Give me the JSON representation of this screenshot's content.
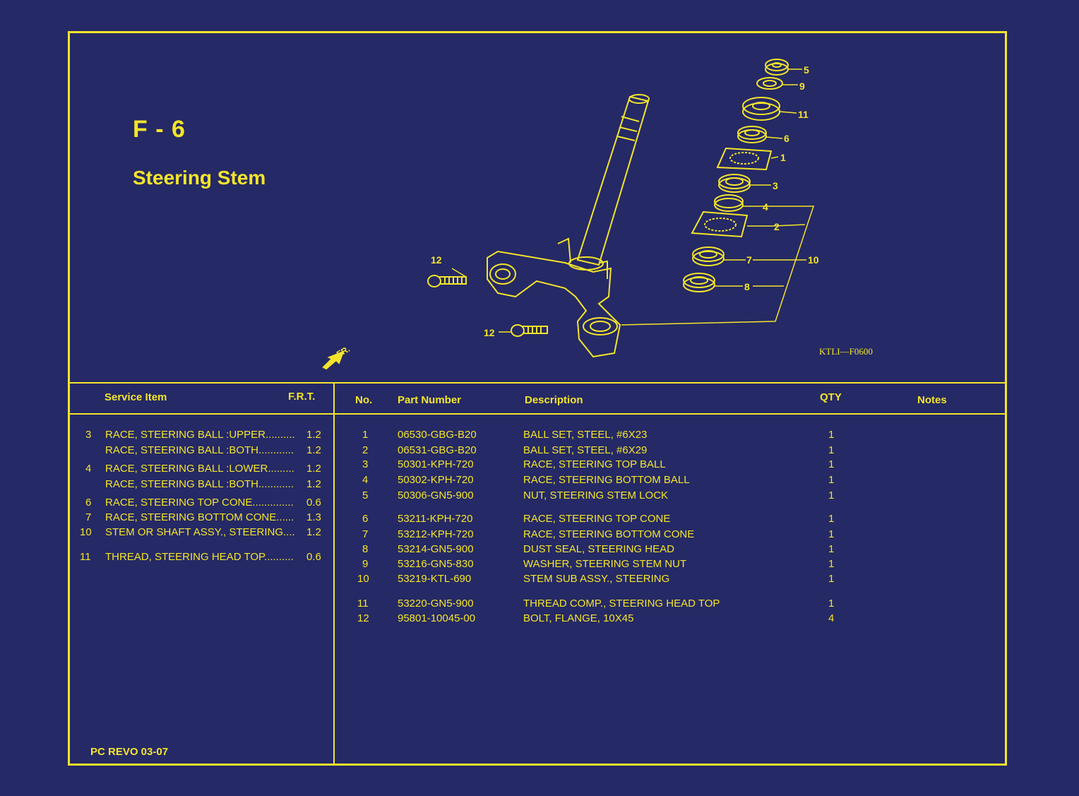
{
  "page": {
    "code": "F - 6",
    "name": "Steering Stem",
    "drawing_code": "KTLI—F0600",
    "front_marker": "FR.",
    "footer": "PC REVO   03-07",
    "colors": {
      "background": "#252965",
      "ink": "#f4e52a"
    }
  },
  "diagram": {
    "callouts": [
      "5",
      "9",
      "11",
      "6",
      "1",
      "3",
      "4",
      "2",
      "7",
      "10",
      "8",
      "12",
      "12"
    ]
  },
  "service": {
    "headers": {
      "item": "Service Item",
      "frt": "F.R.T."
    },
    "rows": [
      {
        "no": "3",
        "item": "RACE, STEERING BALL :UPPER..........",
        "frt": "1.2"
      },
      {
        "no": "",
        "item": "RACE, STEERING BALL :BOTH............",
        "frt": "1.2"
      },
      {
        "no": "4",
        "item": "RACE, STEERING BALL :LOWER.........",
        "frt": "1.2"
      },
      {
        "no": "",
        "item": "RACE, STEERING BALL :BOTH............",
        "frt": "1.2"
      },
      {
        "no": "6",
        "item": "RACE, STEERING TOP CONE..............",
        "frt": "0.6"
      },
      {
        "no": "7",
        "item": "RACE, STEERING BOTTOM CONE......",
        "frt": "1.3"
      },
      {
        "no": "10",
        "item": "STEM OR SHAFT ASSY., STEERING....",
        "frt": "1.2"
      },
      {
        "no": "11",
        "item": "THREAD, STEERING HEAD TOP..........",
        "frt": "0.6"
      }
    ]
  },
  "parts": {
    "headers": {
      "no": "No.",
      "part_number": "Part Number",
      "description": "Description",
      "qty": "QTY",
      "notes": "Notes"
    },
    "rows": [
      {
        "no": "1",
        "part_number": "06530-GBG-B20",
        "description": "BALL SET, STEEL, #6X23",
        "qty": "1"
      },
      {
        "no": "2",
        "part_number": "06531-GBG-B20",
        "description": "BALL SET, STEEL, #6X29",
        "qty": "1"
      },
      {
        "no": "3",
        "part_number": "50301-KPH-720",
        "description": "RACE, STEERING TOP BALL",
        "qty": "1"
      },
      {
        "no": "4",
        "part_number": "50302-KPH-720",
        "description": "RACE, STEERING BOTTOM BALL",
        "qty": "1"
      },
      {
        "no": "5",
        "part_number": "50306-GN5-900",
        "description": "NUT, STEERING STEM LOCK",
        "qty": "1"
      },
      {
        "no": "6",
        "part_number": "53211-KPH-720",
        "description": "RACE, STEERING TOP CONE",
        "qty": "1"
      },
      {
        "no": "7",
        "part_number": "53212-KPH-720",
        "description": "RACE, STEERING BOTTOM CONE",
        "qty": "1"
      },
      {
        "no": "8",
        "part_number": "53214-GN5-900",
        "description": "DUST SEAL, STEERING HEAD",
        "qty": "1"
      },
      {
        "no": "9",
        "part_number": "53216-GN5-830",
        "description": "WASHER, STEERING STEM NUT",
        "qty": "1"
      },
      {
        "no": "10",
        "part_number": "53219-KTL-690",
        "description": "STEM SUB ASSY., STEERING",
        "qty": "1"
      },
      {
        "no": "11",
        "part_number": "53220-GN5-900",
        "description": "THREAD COMP., STEERING HEAD  TOP",
        "qty": "1"
      },
      {
        "no": "12",
        "part_number": "95801-10045-00",
        "description": "BOLT, FLANGE, 10X45",
        "qty": "4"
      }
    ]
  }
}
